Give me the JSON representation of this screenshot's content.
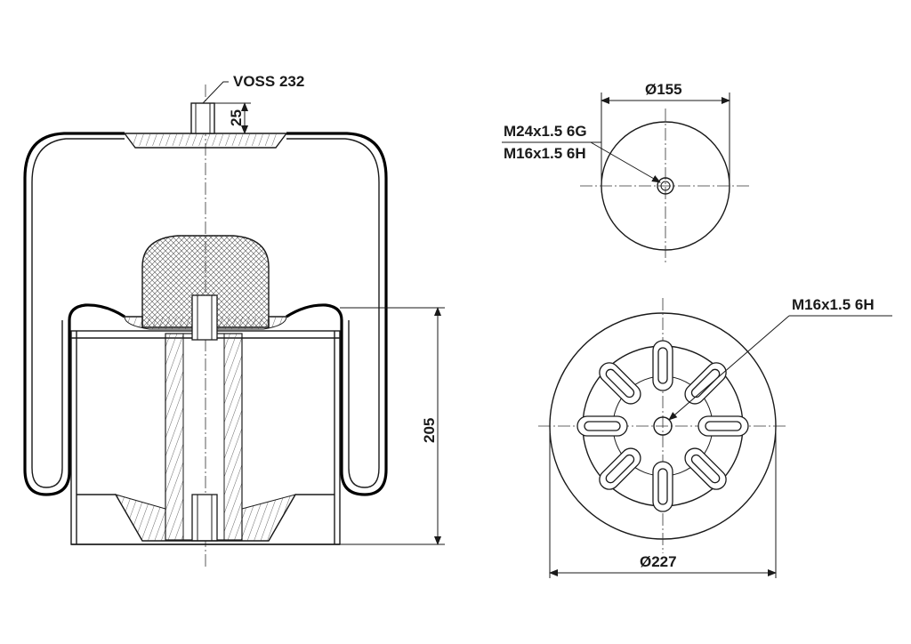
{
  "labels": {
    "fitting": "VOSS 232",
    "fitting_height": "25",
    "overall_height": "205",
    "top_diameter": "Ø155",
    "top_thread_outer": "M24x1.5 6G",
    "top_thread_inner": "M16x1.5 6H",
    "bottom_thread": "M16x1.5 6H",
    "bottom_diameter": "Ø227"
  }
}
